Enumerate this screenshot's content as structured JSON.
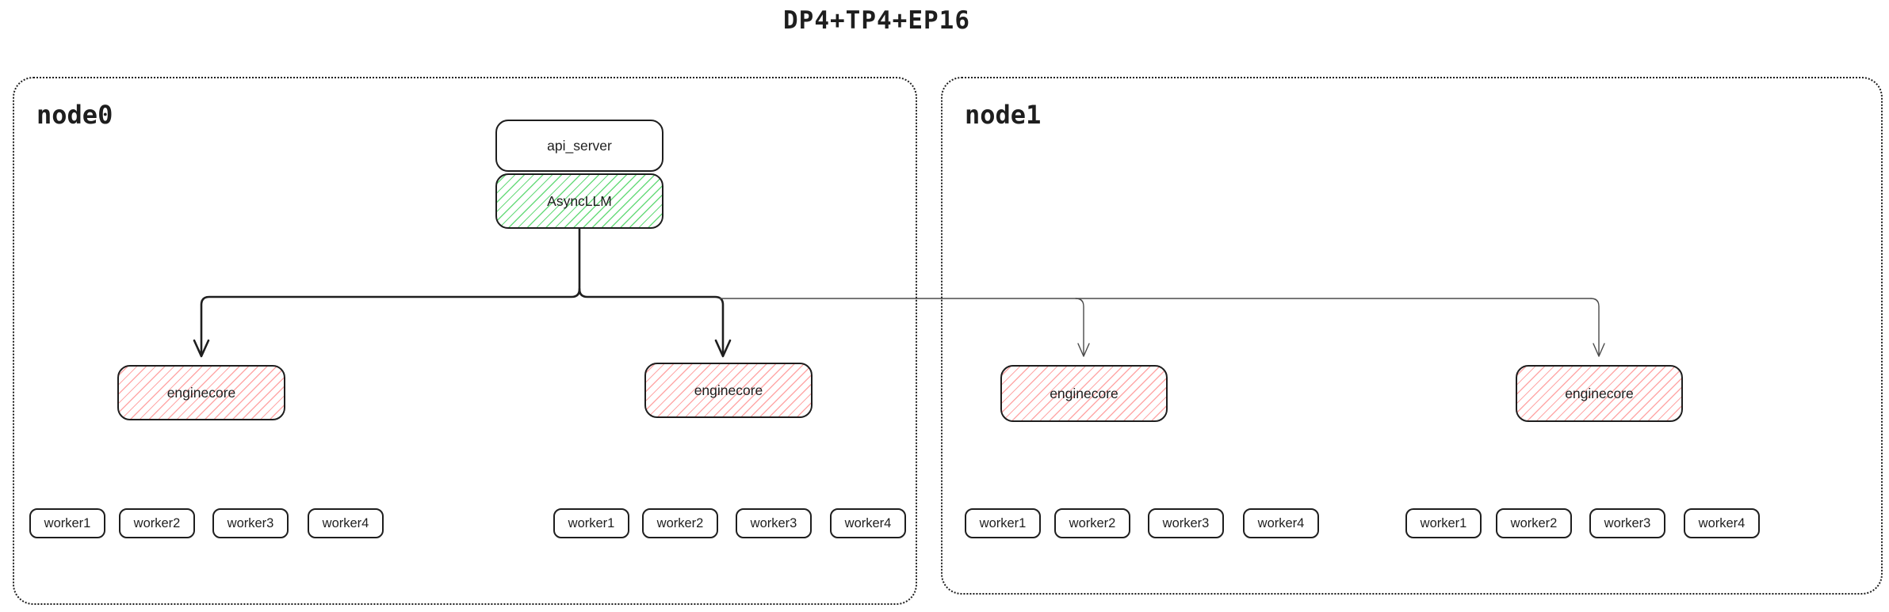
{
  "title": "DP4+TP4+EP16",
  "colors": {
    "stroke": "#1e1e1e",
    "green_hatch": "#69db7c",
    "red_hatch": "#ffa8a8",
    "thin_line": "#4a4a4a"
  },
  "nodes": [
    {
      "label": "node0",
      "api_server_label": "api_server",
      "asyncllm_label": "AsyncLLM",
      "enginecores": [
        {
          "label": "enginecore"
        },
        {
          "label": "enginecore"
        }
      ],
      "worker_groups": [
        [
          "worker1",
          "worker2",
          "worker3",
          "worker4"
        ],
        [
          "worker1",
          "worker2",
          "worker3",
          "worker4"
        ]
      ]
    },
    {
      "label": "node1",
      "enginecores": [
        {
          "label": "enginecore"
        },
        {
          "label": "enginecore"
        }
      ],
      "worker_groups": [
        [
          "worker1",
          "worker2",
          "worker3",
          "worker4"
        ],
        [
          "worker1",
          "worker2",
          "worker3",
          "worker4"
        ]
      ]
    }
  ]
}
